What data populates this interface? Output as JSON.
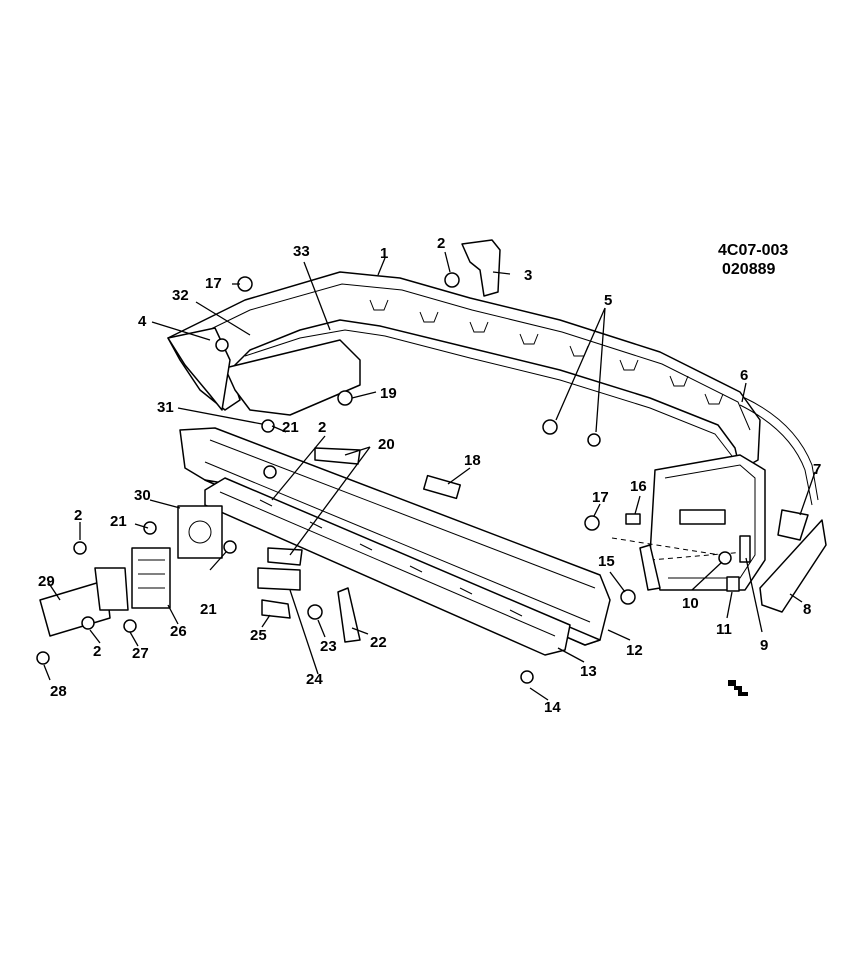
{
  "drawing_codes": [
    "4C07-003",
    "020889"
  ],
  "callouts": [
    "1",
    "2",
    "3",
    "4",
    "5",
    "6",
    "7",
    "8",
    "9",
    "10",
    "11",
    "12",
    "13",
    "14",
    "15",
    "16",
    "17",
    "18",
    "19",
    "20",
    "21",
    "22",
    "23",
    "24",
    "25",
    "26",
    "27",
    "28",
    "29",
    "30",
    "31",
    "32",
    "33"
  ],
  "logo_icon": "gm-service-logo-icon"
}
